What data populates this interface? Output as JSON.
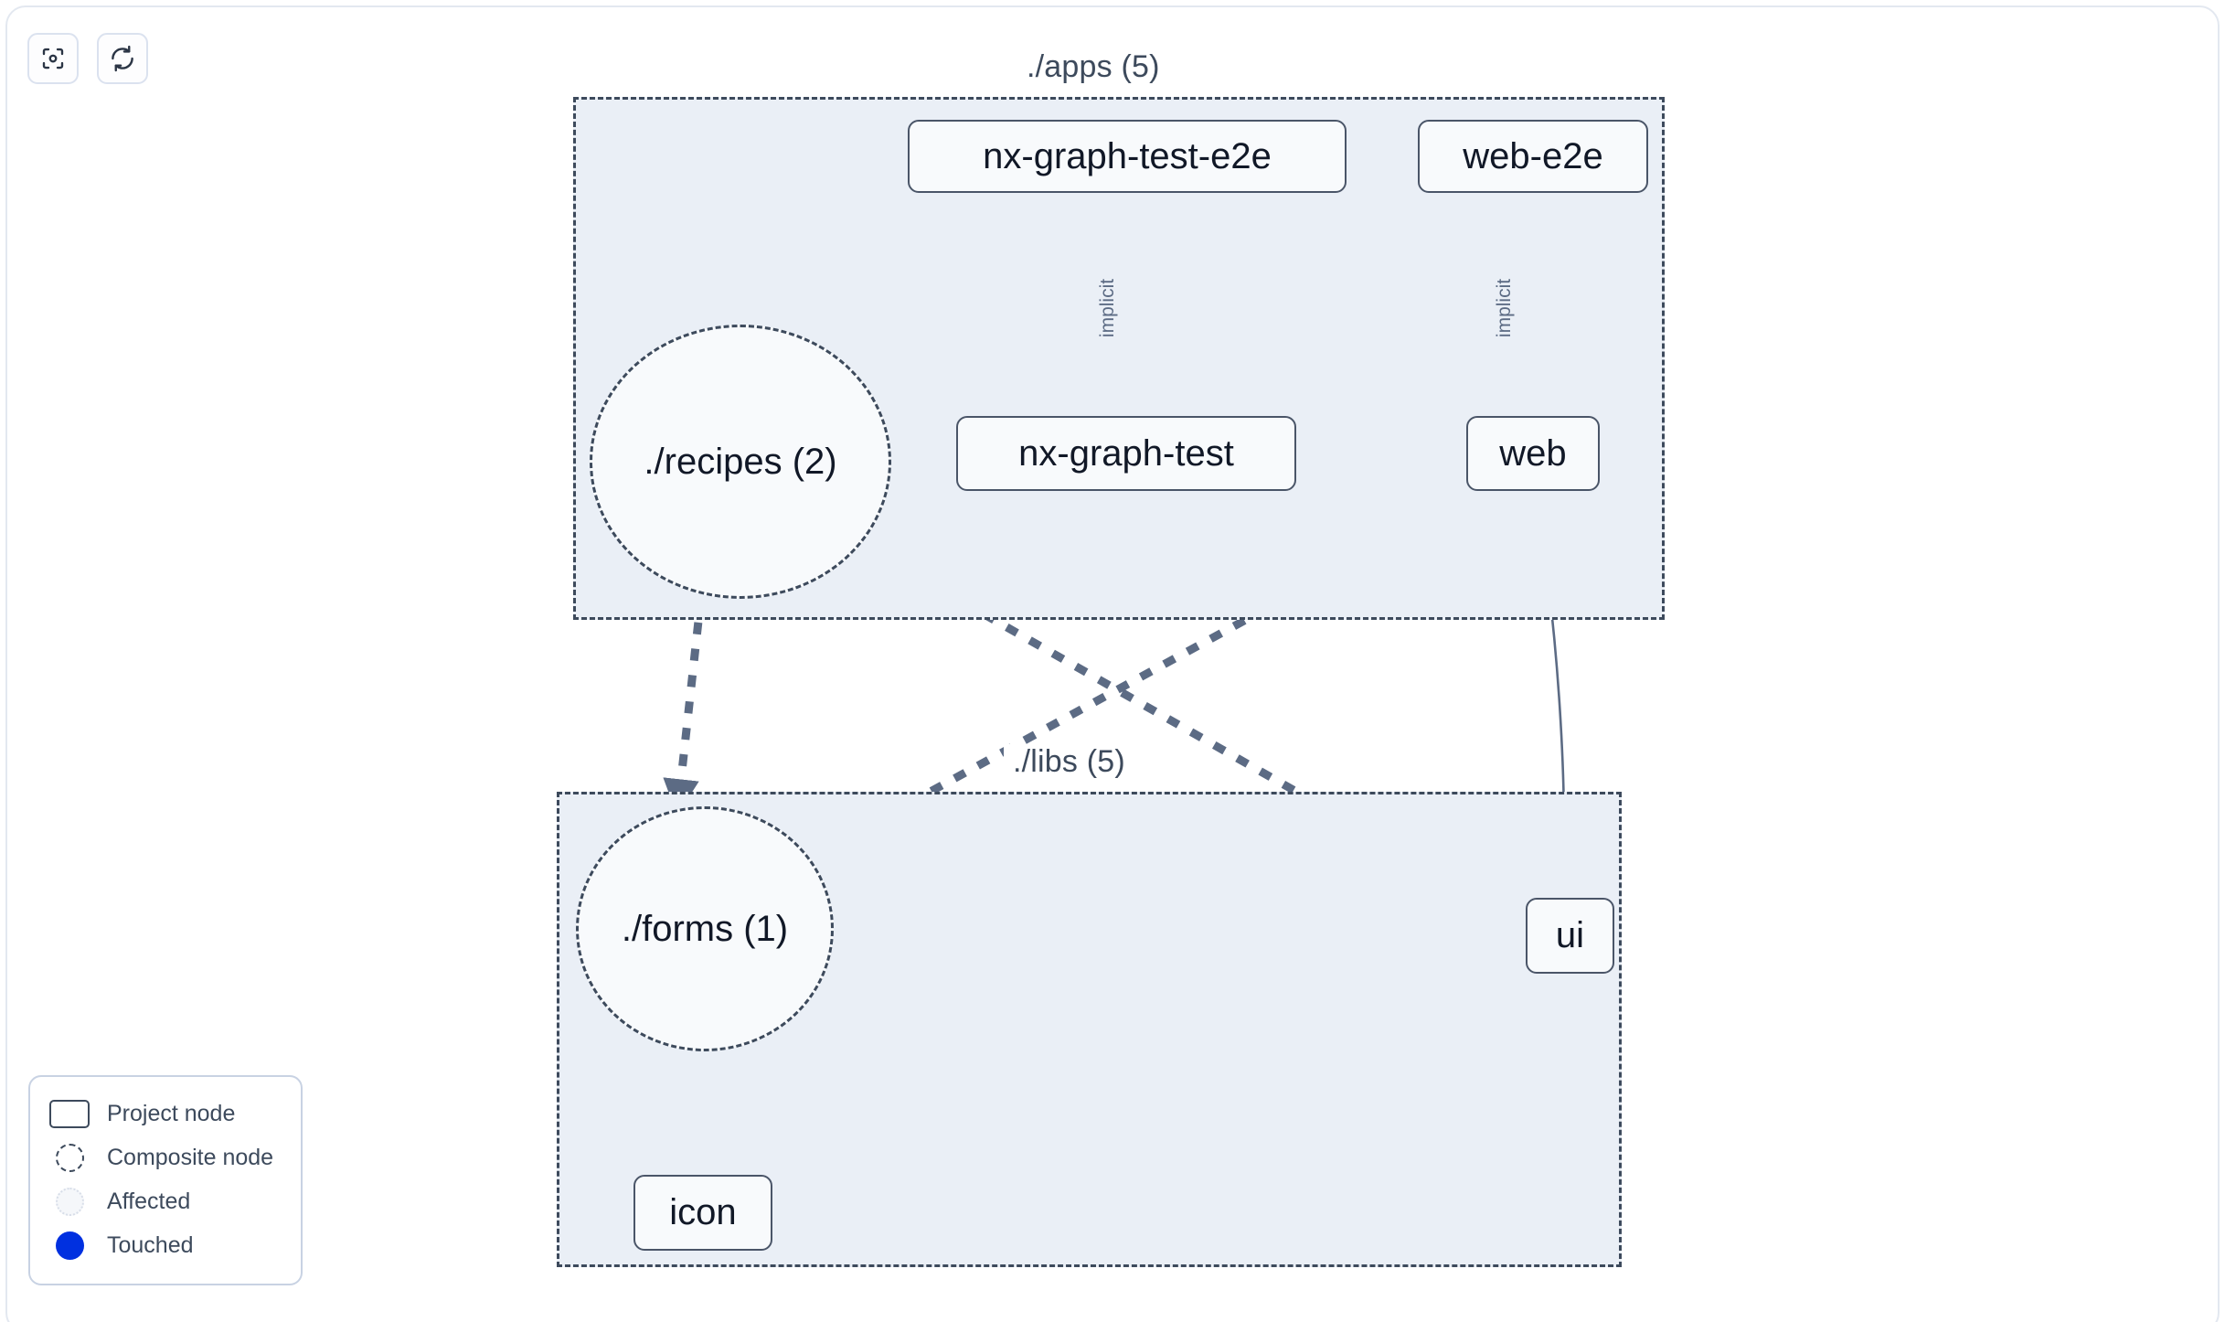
{
  "toolbar": {
    "buttons": [
      {
        "name": "focus-graph-button",
        "icon": "focus-target-icon",
        "label": "Focus graph"
      },
      {
        "name": "refresh-graph-button",
        "icon": "refresh-icon",
        "label": "Refresh graph"
      }
    ]
  },
  "graph": {
    "groups": [
      {
        "id": "apps",
        "label": "./apps (5)"
      },
      {
        "id": "libs",
        "label": "./libs (5)"
      }
    ],
    "nodes": [
      {
        "id": "nx-graph-test-e2e",
        "label": "nx-graph-test-e2e",
        "type": "project",
        "group": "apps"
      },
      {
        "id": "web-e2e",
        "label": "web-e2e",
        "type": "project",
        "group": "apps"
      },
      {
        "id": "recipes",
        "label": "./recipes (2)",
        "type": "composite",
        "group": "apps"
      },
      {
        "id": "nx-graph-test",
        "label": "nx-graph-test",
        "type": "project",
        "group": "apps"
      },
      {
        "id": "web",
        "label": "web",
        "type": "project",
        "group": "apps"
      },
      {
        "id": "forms",
        "label": "./forms (1)",
        "type": "composite",
        "group": "libs"
      },
      {
        "id": "ui",
        "label": "ui",
        "type": "project",
        "group": "libs"
      },
      {
        "id": "icon",
        "label": "icon",
        "type": "project",
        "group": "libs"
      }
    ],
    "edges": [
      {
        "from": "nx-graph-test-e2e",
        "to": "nx-graph-test",
        "label": "implicit",
        "style": "thin-solid"
      },
      {
        "from": "web-e2e",
        "to": "web",
        "label": "implicit",
        "style": "thin-solid"
      },
      {
        "from": "web",
        "to": "ui",
        "label": "",
        "style": "thin-solid"
      },
      {
        "from": "recipes",
        "to": "forms",
        "label": "",
        "style": "thick-dashed"
      },
      {
        "from": "recipes",
        "to": "ui",
        "label": "",
        "style": "thick-dashed"
      },
      {
        "from": "web",
        "to": "forms",
        "label": "",
        "style": "thick-dashed"
      },
      {
        "from": "forms",
        "to": "icon",
        "label": "",
        "style": "thick-dashed"
      }
    ]
  },
  "legend": {
    "items": [
      {
        "label": "Project node",
        "symbol": "rectangle-outline"
      },
      {
        "label": "Composite node",
        "symbol": "dashed-circle"
      },
      {
        "label": "Affected",
        "symbol": "dotted-circle"
      },
      {
        "label": "Touched",
        "symbol": "filled-circle"
      }
    ]
  },
  "colors": {
    "node_border": "#4a5568",
    "node_fill": "#f8fafc",
    "group_fill": "#eaeff6",
    "group_border": "#3d4a5c",
    "edge": "#5c6b84",
    "touched": "#0030e0",
    "text": "#111827"
  }
}
